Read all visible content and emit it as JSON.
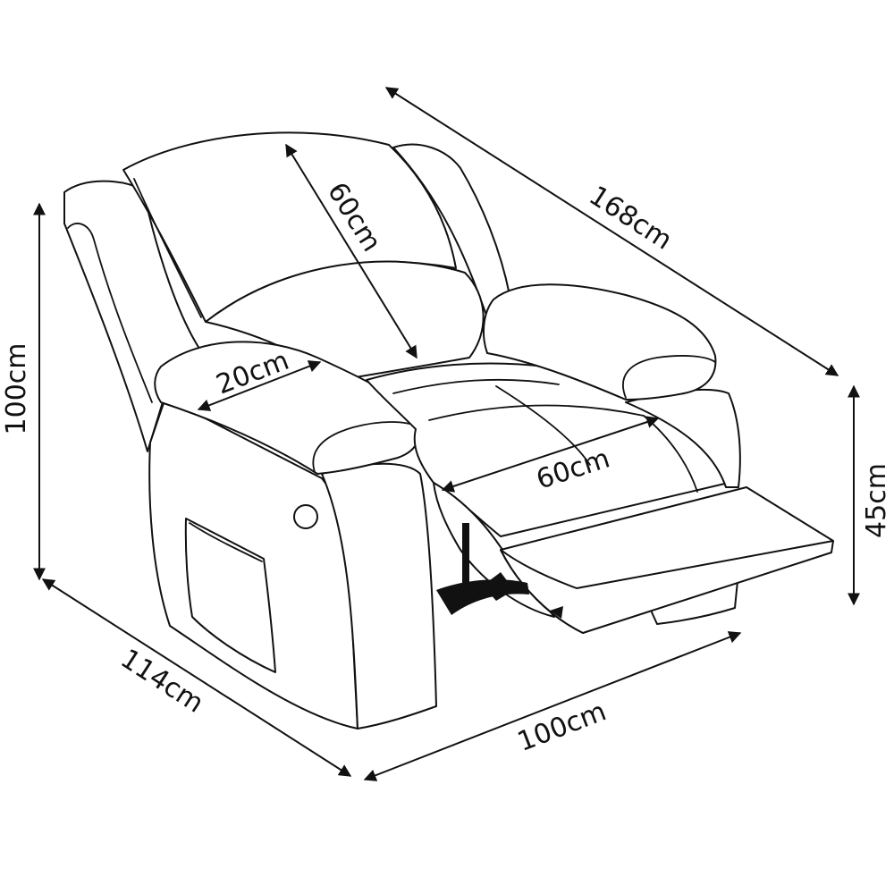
{
  "diagram": {
    "dimensions": {
      "total_height": "100cm",
      "total_depth_reclined": "168cm",
      "seat_height": "45cm",
      "depth": "114cm",
      "width": "100cm",
      "backrest_height": "60cm",
      "armrest_width": "20cm",
      "seat_width": "60cm"
    },
    "colors": {
      "line": "#111111",
      "background": "#ffffff"
    }
  }
}
